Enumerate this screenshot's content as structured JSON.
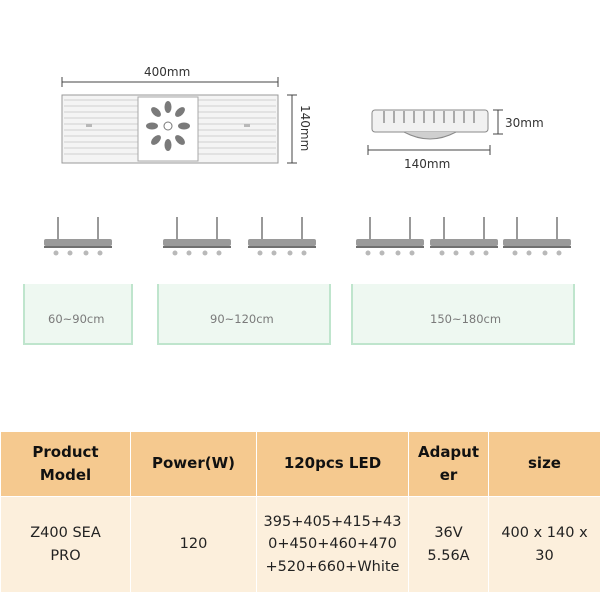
{
  "dimensions": {
    "top_width": "400mm",
    "top_depth": "140mm",
    "side_height": "30mm",
    "side_depth": "140mm"
  },
  "tanks": [
    {
      "label": "60~90cm",
      "lights": 1
    },
    {
      "label": "90~120cm",
      "lights": 2
    },
    {
      "label": "150~180cm",
      "lights": 3
    }
  ],
  "spec_table": {
    "headers": [
      "Product\nModel",
      "Power(W)",
      "120pcs LED",
      "Adaput\ner",
      "size"
    ],
    "row": [
      "Z400 SEA\nPRO",
      "120",
      "395+405+415+43\n0+450+460+470\n+520+660+White",
      "36V\n5.56A",
      "400 x 140 x\n30"
    ]
  },
  "colors": {
    "header_bg": "#f5c98f",
    "row_bg": "#fcefdc",
    "tank_edge": "#bfe5cd",
    "tank_fill": "#eef8f1"
  }
}
